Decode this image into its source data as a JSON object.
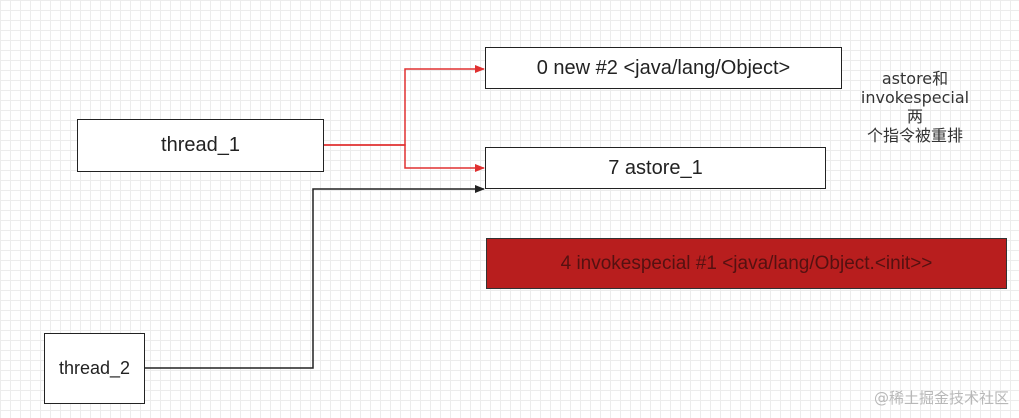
{
  "nodes": {
    "thread_1": "thread_1",
    "thread_2": "thread_2",
    "instr_new": "0 new #2 <java/lang/Object>",
    "instr_astore": "7 astore_1",
    "instr_invokespecial": "4 invokespecial #1 <java/lang/Object.<init>>"
  },
  "note": {
    "lines": [
      "astore和",
      "invokespecial两",
      "个指令被重排"
    ]
  },
  "watermark": "@稀土掘金技术社区",
  "colors": {
    "thread_1_edges": "#e03030",
    "thread_2_edges": "#222222",
    "reordered_box_fill": "#b81e1e"
  }
}
